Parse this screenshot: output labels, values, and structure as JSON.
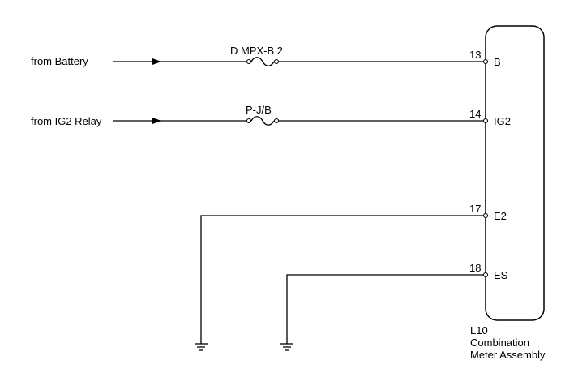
{
  "inputs": [
    {
      "label": "from Battery"
    },
    {
      "label": "from IG2 Relay"
    }
  ],
  "fuses": [
    {
      "label": "D MPX-B 2"
    },
    {
      "label": "P-J/B"
    }
  ],
  "pins": [
    {
      "number": "13",
      "name": "B"
    },
    {
      "number": "14",
      "name": "IG2"
    },
    {
      "number": "17",
      "name": "E2"
    },
    {
      "number": "18",
      "name": "ES"
    }
  ],
  "component": {
    "code": "L10",
    "name_line1": "Combination",
    "name_line2": "Meter Assembly"
  }
}
